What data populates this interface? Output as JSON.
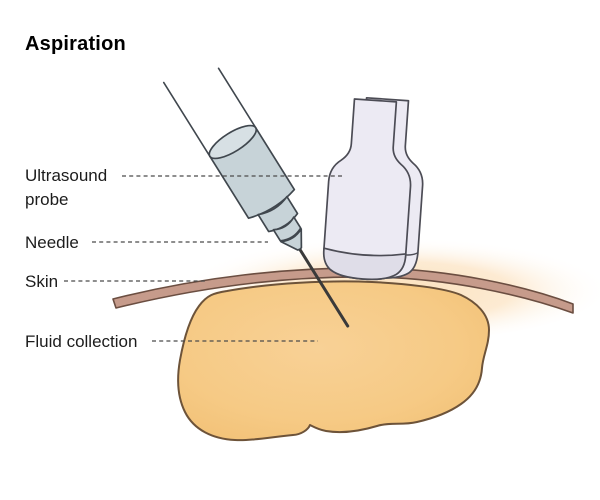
{
  "title": "Aspiration",
  "labels": {
    "ultrasound_probe": "Ultrasound probe",
    "needle": "Needle",
    "skin": "Skin",
    "fluid_collection": "Fluid collection"
  },
  "colors": {
    "background": "#ffffff",
    "text": "#1c1c1c",
    "leader_line": "#4b4b4b",
    "syringe_fill": "#c7d3d8",
    "syringe_top_ellipse": "#d7e0e4",
    "syringe_outline": "#40474e",
    "needle": "#3a3a3a",
    "probe_fill": "#eceaf3",
    "probe_bottom_band": "#dfdde8",
    "probe_outline": "#4c4c55",
    "skin_fill": "#c69b8b",
    "skin_outline": "#6b4e41",
    "tissue_glow": "#fbdfb7",
    "fluid_fill": "#f6ca85",
    "fluid_outline": "#6d5339"
  }
}
